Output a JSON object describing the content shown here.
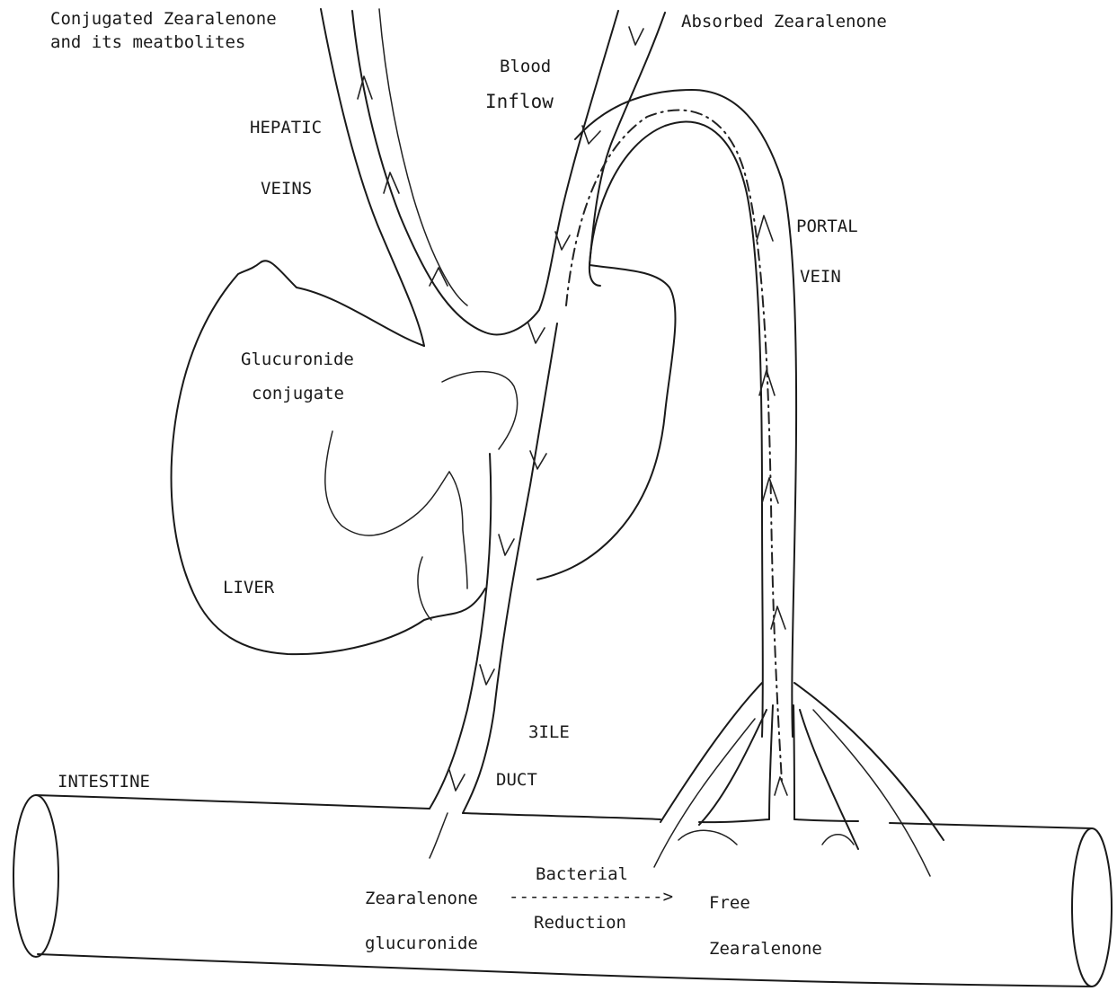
{
  "labels": {
    "conjugated_line1": "Conjugated Zearalenone",
    "conjugated_line2": "and its meatbolites",
    "absorbed": "Absorbed Zearalenone",
    "blood": "Blood",
    "inflow": "Inflow",
    "hepatic": "HEPATIC",
    "veins": "VEINS",
    "portal": "PORTAL",
    "vein": "VEIN",
    "glucuronide": "Glucuronide",
    "conjugate": "conjugate",
    "liver": "LIVER",
    "bile": "3ILE",
    "duct": "DUCT",
    "intestine": "INTESTINE",
    "bacterial": "Bacterial",
    "zearalenone_left": "Zearalenone",
    "reaction_arrow": "--------------->",
    "free": "Free",
    "reduction": "Reduction",
    "glucuronide_lower": "glucuronide",
    "zearalenone_right": "Zearalenone"
  },
  "colors": {
    "ink": "#1a1a1a",
    "background": "#ffffff"
  }
}
